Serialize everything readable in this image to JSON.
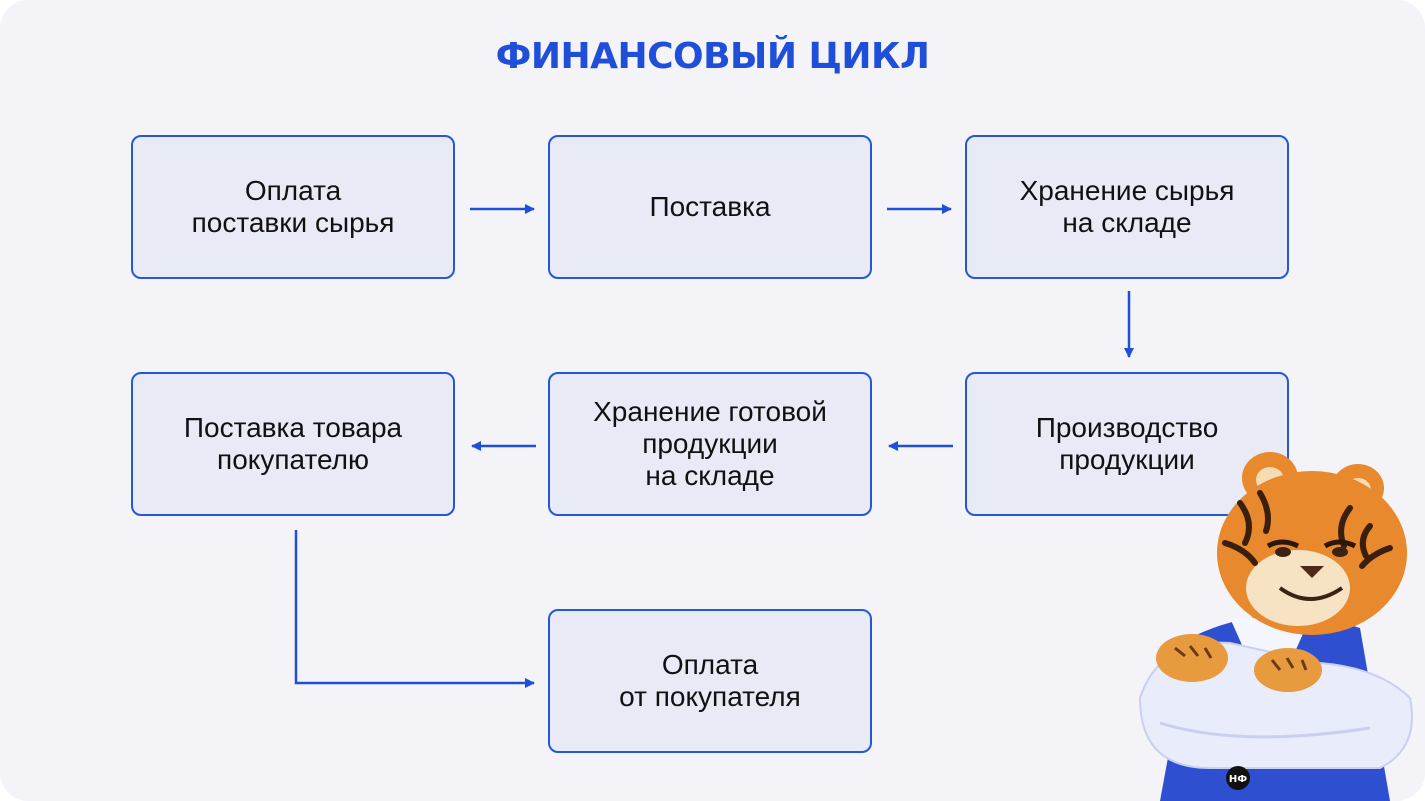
{
  "title": "ФИНАНСОВЫЙ ЦИКЛ",
  "accent_color": "#1f4fd8",
  "steps": [
    {
      "label": "Оплата\nпоставки сырья"
    },
    {
      "label": "Поставка"
    },
    {
      "label": "Хранение сырья\nна складе"
    },
    {
      "label": "Производство\nпродукции"
    },
    {
      "label": "Хранение готовой\nпродукции\nна складе"
    },
    {
      "label": "Поставка товара\nпокупателю"
    },
    {
      "label": "Оплата\nот покупателя"
    }
  ],
  "mascot": {
    "icon": "tiger-mascot-icon",
    "badge_text": "НФ"
  }
}
